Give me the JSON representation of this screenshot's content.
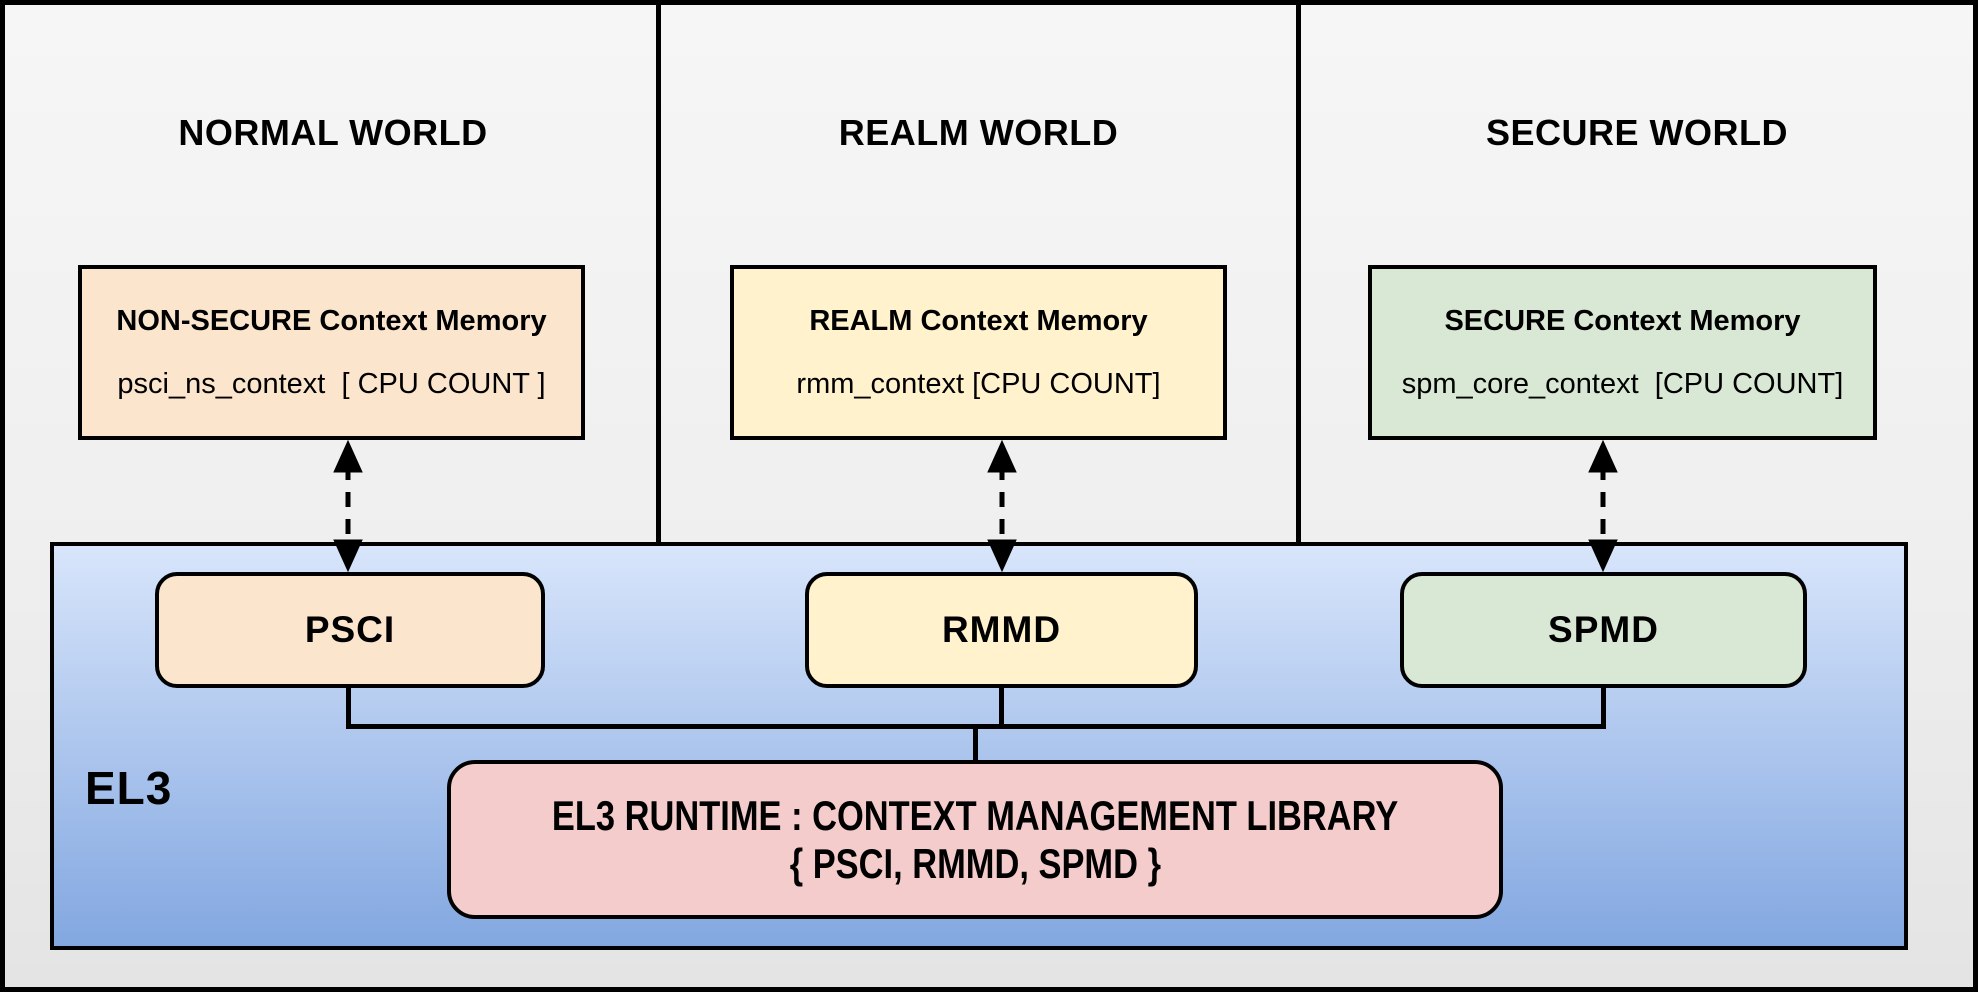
{
  "diagram": {
    "worlds": [
      {
        "title": "NORMAL WORLD",
        "context_memory": {
          "heading": "NON-SECURE Context Memory",
          "array": "psci_ns_context  [ CPU COUNT ]",
          "fill": "#fce5cd"
        },
        "dispatcher": {
          "label": "PSCI",
          "fill": "#fce5cd"
        }
      },
      {
        "title": "REALM WORLD",
        "context_memory": {
          "heading": "REALM Context Memory",
          "array": "rmm_context [CPU COUNT]",
          "fill": "#fff2cc"
        },
        "dispatcher": {
          "label": "RMMD",
          "fill": "#fff2cc"
        }
      },
      {
        "title": "SECURE WORLD",
        "context_memory": {
          "heading": "SECURE Context Memory",
          "array": "spm_core_context  [CPU COUNT]",
          "fill": "#d9e8d4"
        },
        "dispatcher": {
          "label": "SPMD",
          "fill": "#d9e8d4"
        }
      }
    ],
    "el3": {
      "label": "EL3",
      "fill": {
        "top": "#d8e5fb",
        "bottom": "#82a7e0"
      },
      "runtime_box": {
        "line1": "EL3 RUNTIME : CONTEXT MANAGEMENT LIBRARY",
        "line2": "{ PSCI, RMMD, SPMD }",
        "fill": "#f4cccc"
      }
    },
    "style": {
      "border_color": "#000000",
      "connector_color": "#000000",
      "background_top": "#f6f6f6",
      "background_bottom": "#e4e4e4"
    }
  }
}
